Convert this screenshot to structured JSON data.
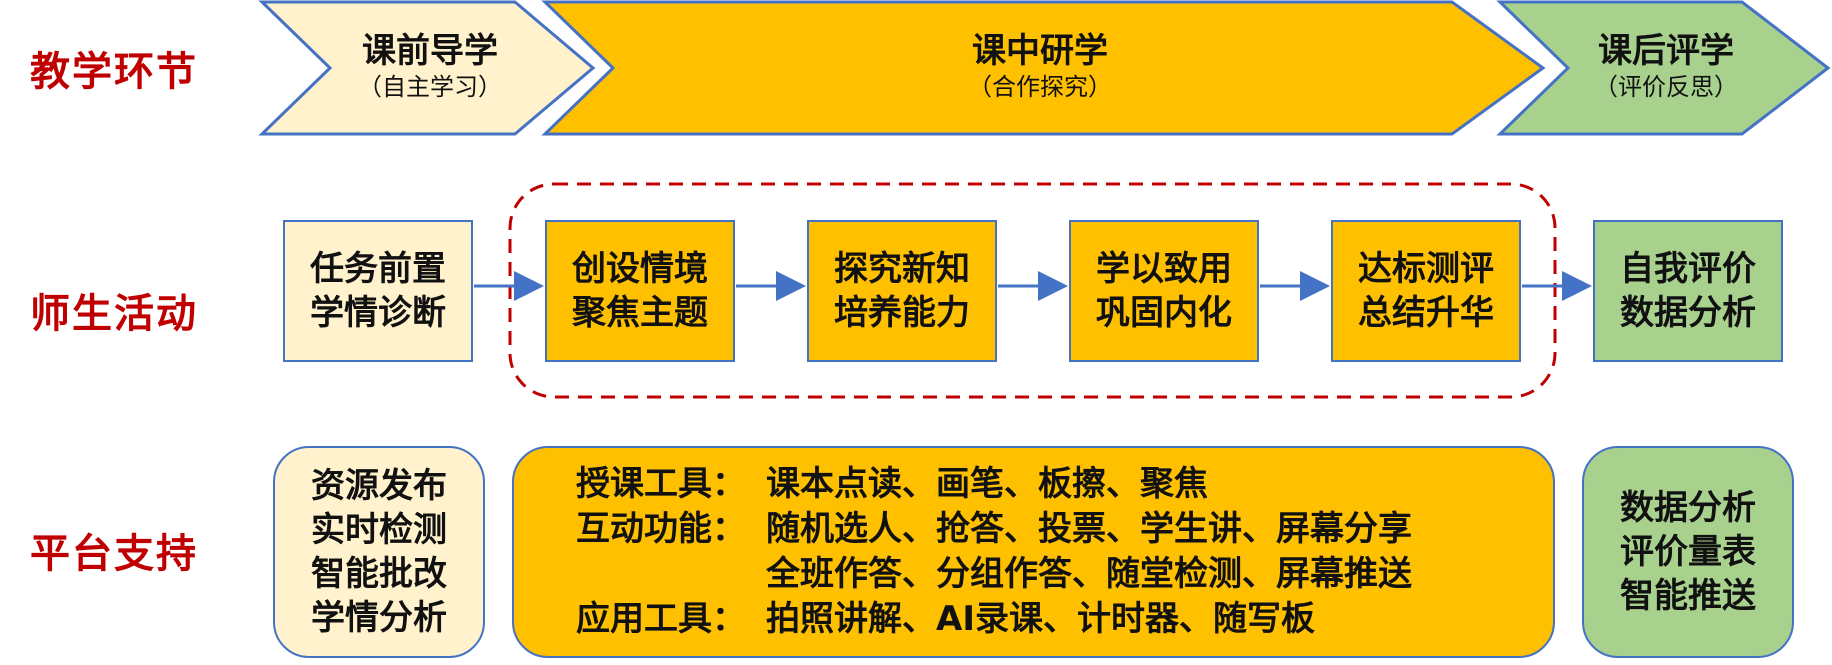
{
  "rows": {
    "teaching_stages": "教学环节",
    "activities": "师生活动",
    "platform": "平台支持"
  },
  "phases": [
    {
      "title": "课前导学",
      "sub": "（自主学习）",
      "fill": "#fff2cc"
    },
    {
      "title": "课中研学",
      "sub": "（合作探究）",
      "fill": "#ffc000"
    },
    {
      "title": "课后评学",
      "sub": "（评价反思）",
      "fill": "#a9d18e"
    }
  ],
  "activities": {
    "pre": "任务前置\n学情诊断",
    "in_class": [
      "创设情境\n聚焦主题",
      "探究新知\n培养能力",
      "学以致用\n巩固内化",
      "达标测评\n总结升华"
    ],
    "post": "自我评价\n数据分析"
  },
  "platform": {
    "pre": [
      "资源发布",
      "实时检测",
      "智能批改",
      "学情分析"
    ],
    "in_class": [
      {
        "category": "授课工具：",
        "items": "课本点读、画笔、板擦、聚焦"
      },
      {
        "category": "互动功能：",
        "items": "随机选人、抢答、投票、学生讲、屏幕分享"
      },
      {
        "category": "",
        "items": "全班作答、分组作答、随堂检测、屏幕推送"
      },
      {
        "category": "应用工具：",
        "items": "拍照讲解、AI录课、计时器、随写板"
      }
    ],
    "post": [
      "数据分析",
      "评价量表",
      "智能推送"
    ]
  },
  "colors": {
    "label_red": "#c00000",
    "border_blue": "#4472c4",
    "arrow_blue": "#4472c4",
    "dash_red": "#c00000",
    "cream": "#fff2cc",
    "gold": "#ffc000",
    "green": "#a9d18e"
  }
}
